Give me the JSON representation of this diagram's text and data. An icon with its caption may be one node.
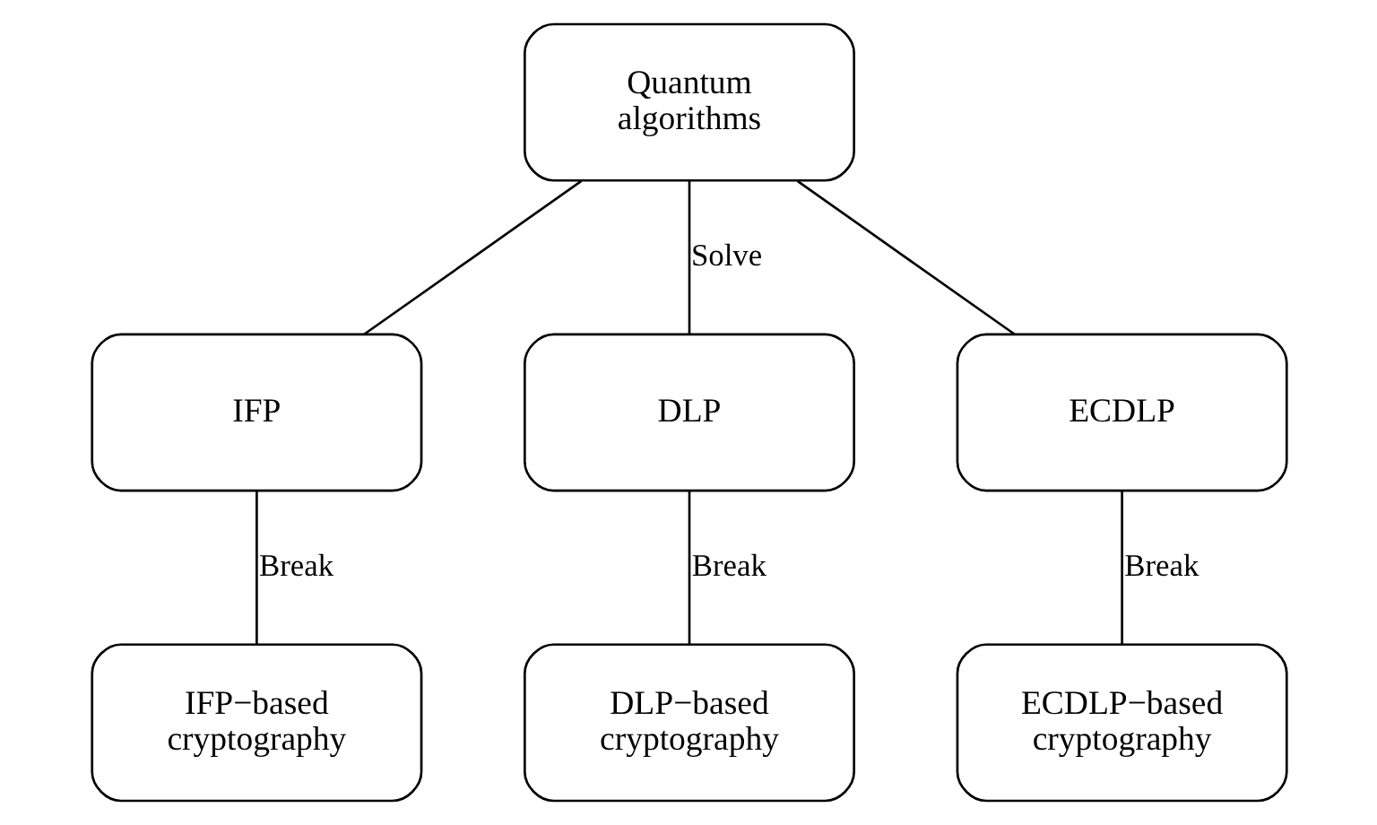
{
  "diagram": {
    "nodes": [
      {
        "text": [
          "Quantum algorithms"
        ]
      },
      {
        "text": [
          "IFP"
        ]
      },
      {
        "text": [
          "DLP"
        ]
      },
      {
        "text": [
          "ECDLP"
        ]
      },
      {
        "text": [
          "IFP−based cryptography"
        ]
      },
      {
        "text": [
          "DLP−based cryptography"
        ]
      },
      {
        "text": [
          "ECDLP−based cryptography"
        ]
      }
    ],
    "edges": [
      {
        "from": 0,
        "to": 1,
        "arrow": "none"
      },
      {
        "from": 0,
        "to": 2,
        "arrow": "none",
        "label": "Solve"
      },
      {
        "from": 0,
        "to": 3,
        "arrow": "none"
      },
      {
        "from": 1,
        "to": 4,
        "arrow": "none",
        "label": "Break"
      },
      {
        "from": 2,
        "to": 5,
        "arrow": "none",
        "label": "Break"
      },
      {
        "from": 3,
        "to": 6,
        "arrow": "none",
        "label": "Break"
      }
    ]
  }
}
